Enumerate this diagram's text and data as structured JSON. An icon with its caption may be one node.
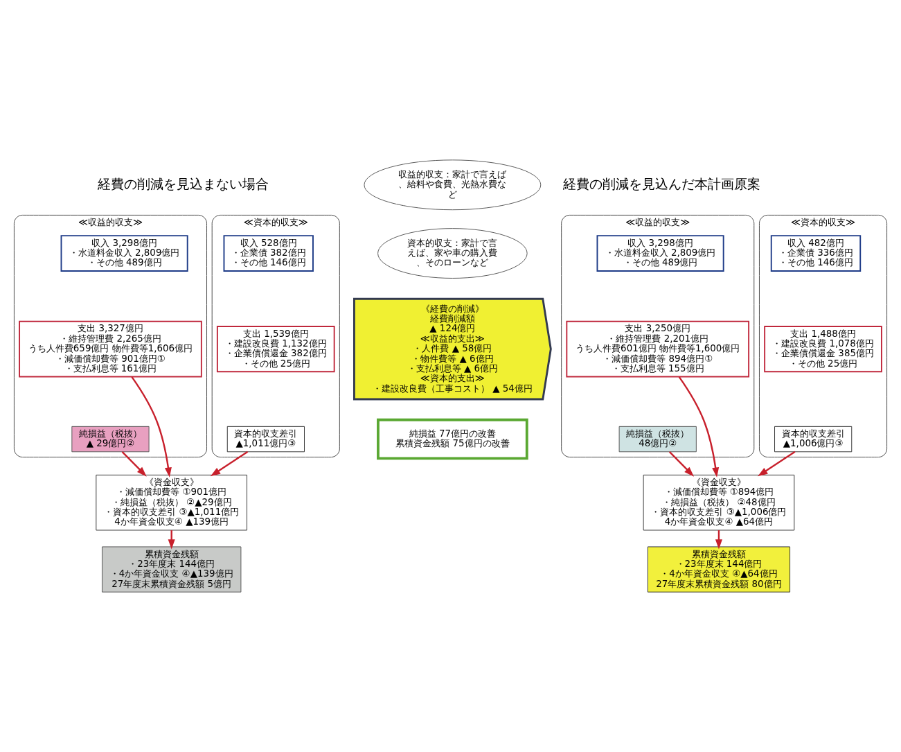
{
  "diagram": {
    "nodes": [
      {
        "text": [
          "≪収益的収支≫"
        ]
      },
      {
        "text": [
          "収入 3,298億円",
          "・水道料金収入 2,809億円",
          "・その他 489億円"
        ],
        "in": 0
      },
      {
        "text": [
          "支出 3,327億円",
          "・維持管理費 2,265億円",
          "うち人件費659億円 物件費等1,606億円",
          "・減価償却費等 901億円①",
          "・支払利息等 161億円"
        ],
        "in": 0
      },
      {
        "text": [
          "純損益（税抜）",
          "▲ 29億円②"
        ],
        "in": 0
      },
      {
        "text": [
          "≪資本的収支≫"
        ]
      },
      {
        "text": [
          "収入 528億円",
          "・企業債 382億円",
          "・その他 146億円"
        ],
        "in": 4
      },
      {
        "text": [
          "支出 1,539億円",
          "・建設改良費 1,132億円",
          "・企業債償還金 382億円",
          "・その他 25億円"
        ],
        "in": 4
      },
      {
        "text": [
          "資本的収支差引",
          "▲1,011億円③"
        ],
        "in": 4
      },
      {
        "text": [
          "《資金収支》",
          "・減価償却費等 ①901億円",
          "・純損益（税抜） ②▲29億円",
          "・資本的収支差引 ③▲1,011億円",
          "4か年資金収支④ ▲139億円"
        ]
      },
      {
        "text": [
          "累積資金残額",
          "・23年度末 144億円",
          "・4か年資金収支 ④▲139億円",
          "27年度末累積資金残額 5億円"
        ]
      },
      {
        "text": [
          "収益的収支：家計で言えば、給料や食費、光熱水費など"
        ]
      },
      {
        "text": [
          "資本的収支：家計で言えば、家や車の購入費、そのローンなど"
        ]
      },
      {
        "text": [
          "《経費の削減》",
          "経費削減額",
          "▲ 124億円",
          "≪収益的支出≫",
          "・人件費 ▲ 58億円",
          "・物件費等 ▲ 6億円",
          "・支払利息等 ▲ 6億円",
          "≪資本的支出≫",
          "・建設改良費（工事コスト） ▲ 54億円"
        ]
      },
      {
        "text": [
          "純損益 77億円の改善",
          "累積資金残額 75億円の改善"
        ]
      },
      {
        "text": [
          "≪収益的収支≫"
        ]
      },
      {
        "text": [
          "収入 3,298億円",
          "・水道料金収入 2,809億円",
          "・その他 489億円"
        ],
        "in": 14
      },
      {
        "text": [
          "支出 3,250億円",
          "・維持管理費 2,201億円",
          "うち人件費601億円 物件費等1,600億円",
          "・減価償却費等 894億円①",
          "・支払利息等 155億円"
        ],
        "in": 14
      },
      {
        "text": [
          "純損益（税抜）",
          "48億円②"
        ],
        "in": 14
      },
      {
        "text": [
          "≪資本的収支≫"
        ]
      },
      {
        "text": [
          "収入 482億円",
          "・企業債 336億円",
          "・その他 146億円"
        ],
        "in": 18
      },
      {
        "text": [
          "支出 1,488億円",
          "・建設改良費 1,078億円",
          "・企業債償還金 385億円",
          "・その他 25億円"
        ],
        "in": 18
      },
      {
        "text": [
          "資本的収支差引",
          "▲1,006億円③"
        ],
        "in": 18
      },
      {
        "text": [
          "《資金収支》",
          "・減価償却費等 ①894億円",
          "・純損益（税抜） ②48億円",
          "・資本的収支差引 ③▲1,006億円",
          "4か年資金収支④ ▲64億円"
        ]
      },
      {
        "text": [
          "累積資金残額",
          "・23年度末 144億円",
          "・4か年資金収支 ④▲64億円",
          "27年度末累積資金残額 80億円"
        ]
      }
    ],
    "edges": [
      {
        "from": 2,
        "to": 8,
        "arrow": "to"
      },
      {
        "from": 3,
        "to": 8,
        "arrow": "to"
      },
      {
        "from": 7,
        "to": 8,
        "arrow": "to"
      },
      {
        "from": 8,
        "to": 9,
        "arrow": "to"
      },
      {
        "from": 16,
        "to": 22,
        "arrow": "to"
      },
      {
        "from": 17,
        "to": 22,
        "arrow": "to"
      },
      {
        "from": 21,
        "to": 22,
        "arrow": "to"
      },
      {
        "from": 22,
        "to": 23,
        "arrow": "to"
      }
    ],
    "labels": [
      "経費の削減を見込まない場合",
      "経費の削減を見込んだ本計画原案"
    ]
  }
}
